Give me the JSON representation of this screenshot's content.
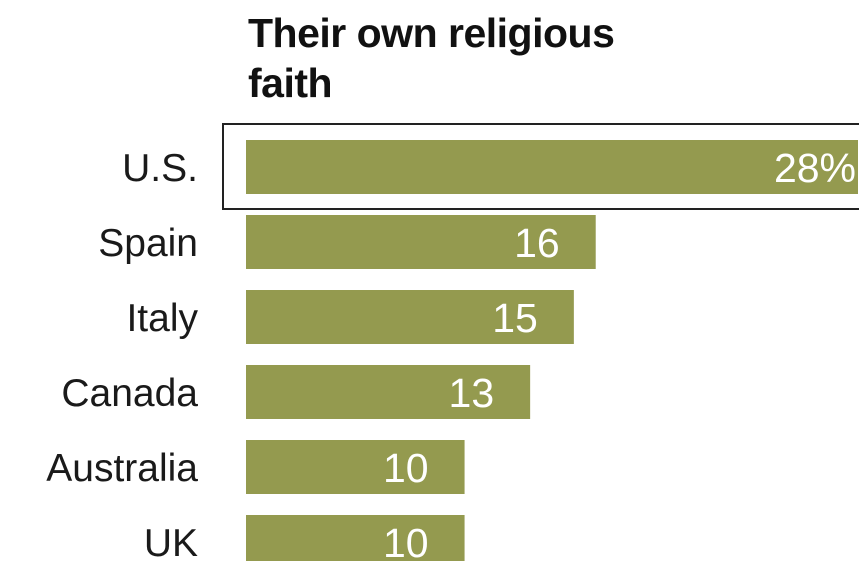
{
  "chart_data": {
    "type": "bar",
    "orientation": "horizontal",
    "title": "Their own religious faith",
    "categories": [
      "U.S.",
      "Spain",
      "Italy",
      "Canada",
      "Australia",
      "UK"
    ],
    "values": [
      28,
      16,
      15,
      13,
      10,
      10
    ],
    "value_labels": [
      "28%",
      "16",
      "15",
      "13",
      "10",
      "10"
    ],
    "highlighted_category": "U.S.",
    "xlim": [
      0,
      28
    ],
    "grid": false,
    "legend": "none",
    "colors": {
      "bar": "#949a4f",
      "value_text": "#ffffff",
      "highlight_box": "#222222"
    }
  }
}
